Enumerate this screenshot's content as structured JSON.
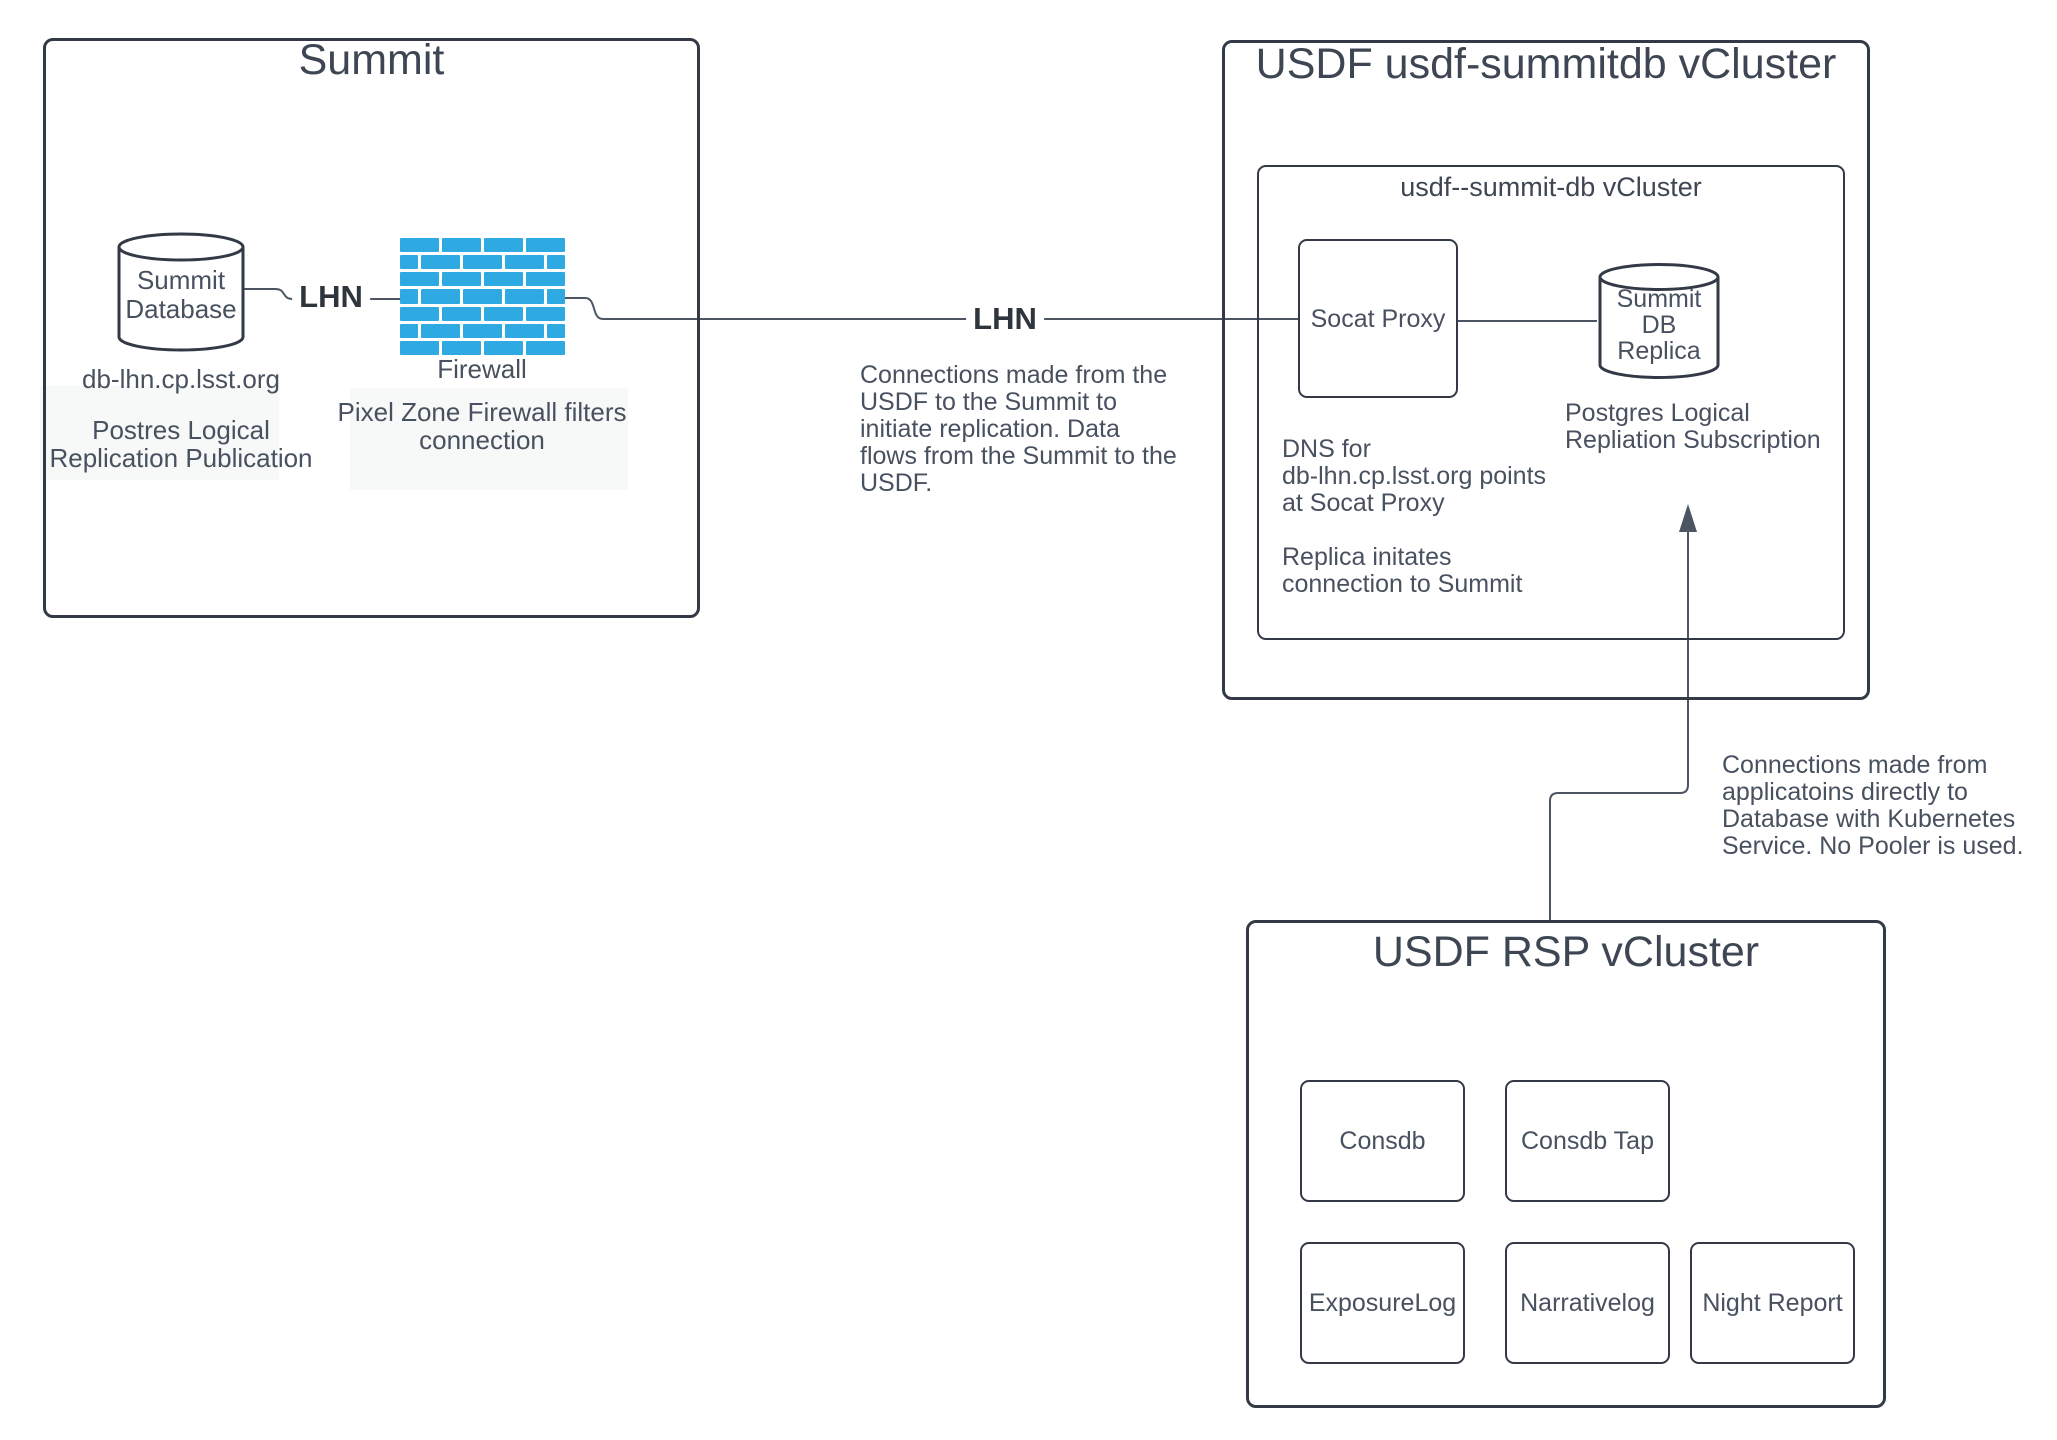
{
  "colors": {
    "stroke": "#333a46",
    "connector": "#4d5563",
    "brick_blue": "#2fa9e1",
    "text": "#48515f",
    "title": "#3e4653",
    "lhn": "#2f353d",
    "background": "#ffffff"
  },
  "summit_box": {
    "title": "Summit",
    "database_label": "Summit\nDatabase",
    "database_hostname": "db-lhn.cp.lsst.org",
    "database_note": "Postres Logical\nReplication Publication",
    "lhn_label": "LHN",
    "firewall_label": "Firewall",
    "firewall_note": "Pixel Zone Firewall filters\nconnection"
  },
  "lhn_link": {
    "label": "LHN",
    "note": "Connections made from the\nUSDF to the Summit to\ninitiate replication.  Data\nflows from the Summit to the\nUSDF."
  },
  "summitdb_cluster": {
    "title": "USDF usdf-summitdb vCluster",
    "inner_title": "usdf--summit-db vCluster",
    "socat_label": "Socat Proxy",
    "replica_label": "Summit\nDB\nReplica",
    "replica_note": "Postgres Logical\nRepliation Subscription",
    "dns_note": "DNS for\ndb-lhn.cp.lsst.org points\nat Socat Proxy\n\nReplica initates\nconnection to Summit"
  },
  "rsp_cluster": {
    "title": "USDF RSP vCluster",
    "services": [
      "Consdb",
      "Consdb Tap",
      "ExposureLog",
      "Narrativelog",
      "Night Report"
    ]
  },
  "rsp_link_note": "Connections made from\napplicatoins directly to\nDatabase with Kubernetes\nService.  No Pooler is used."
}
